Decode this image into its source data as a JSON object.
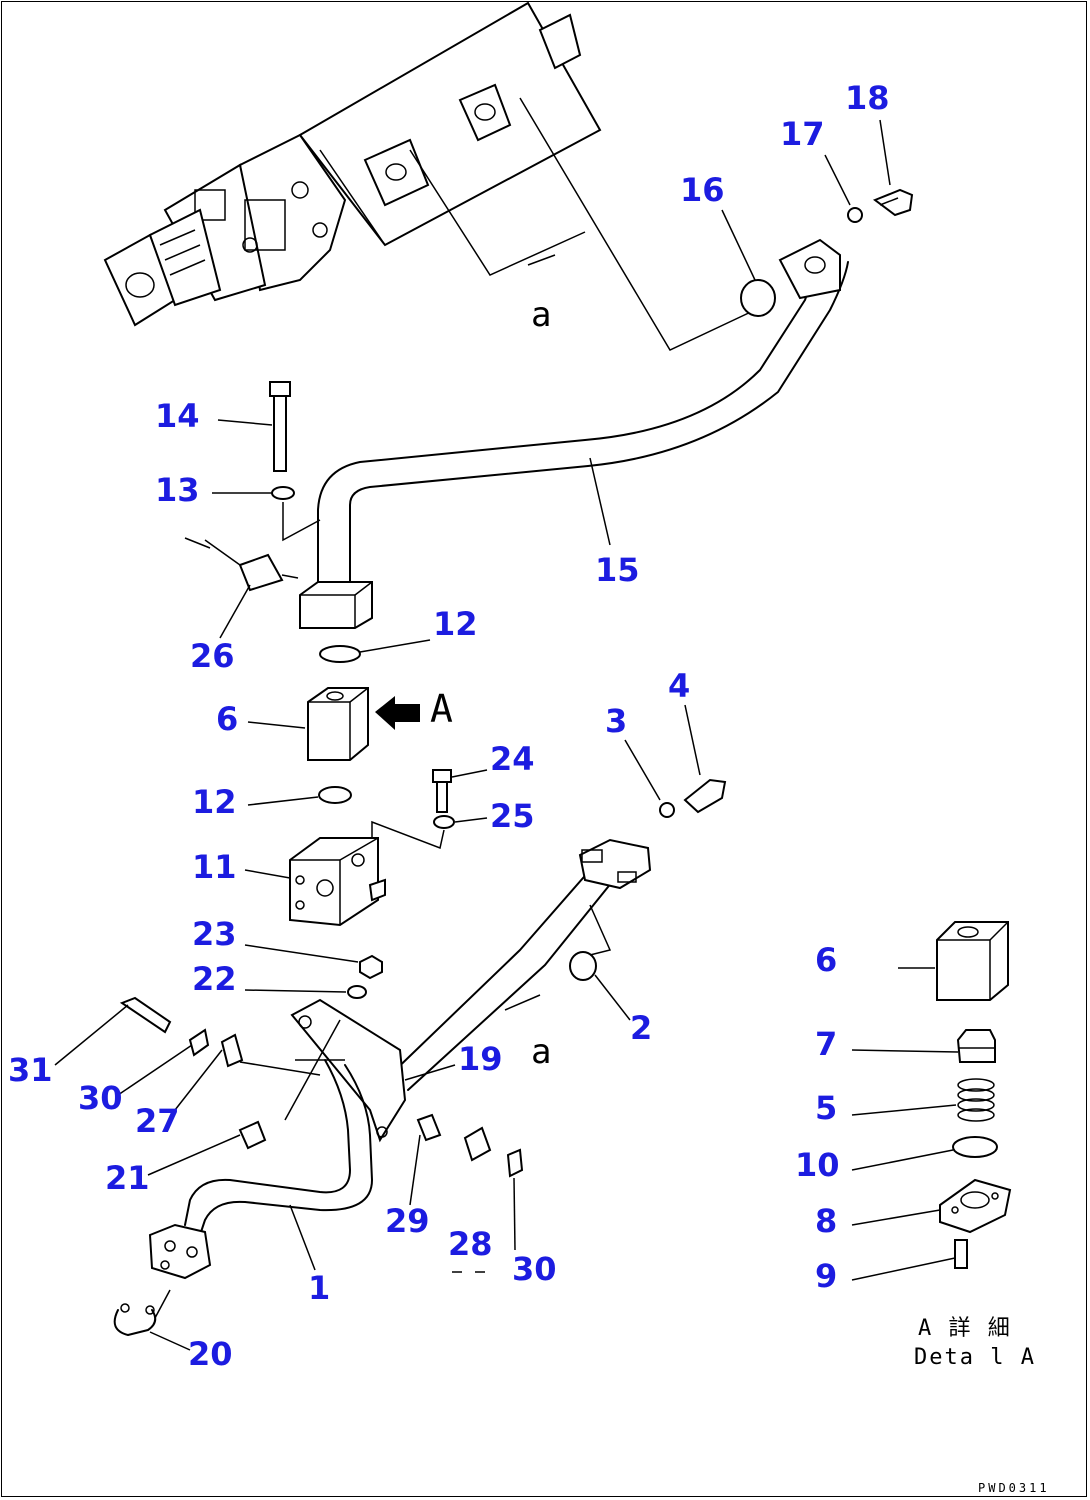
{
  "diagram": {
    "view_labels": {
      "section_a_upper": "a",
      "section_a_lower": "a",
      "arrow_view": "A"
    },
    "detail_caption": {
      "japanese": "A 詳 細",
      "english": "Deta l A"
    },
    "drawing_code": "PWD0311",
    "callouts": [
      "1",
      "2",
      "3",
      "4",
      "5",
      "6",
      "7",
      "8",
      "9",
      "10",
      "11",
      "12",
      "13",
      "14",
      "15",
      "16",
      "17",
      "18",
      "19",
      "20",
      "21",
      "22",
      "23",
      "24",
      "25",
      "26",
      "27",
      "28",
      "29",
      "30",
      "31"
    ],
    "callout_label_color": "#1c1ce0"
  }
}
